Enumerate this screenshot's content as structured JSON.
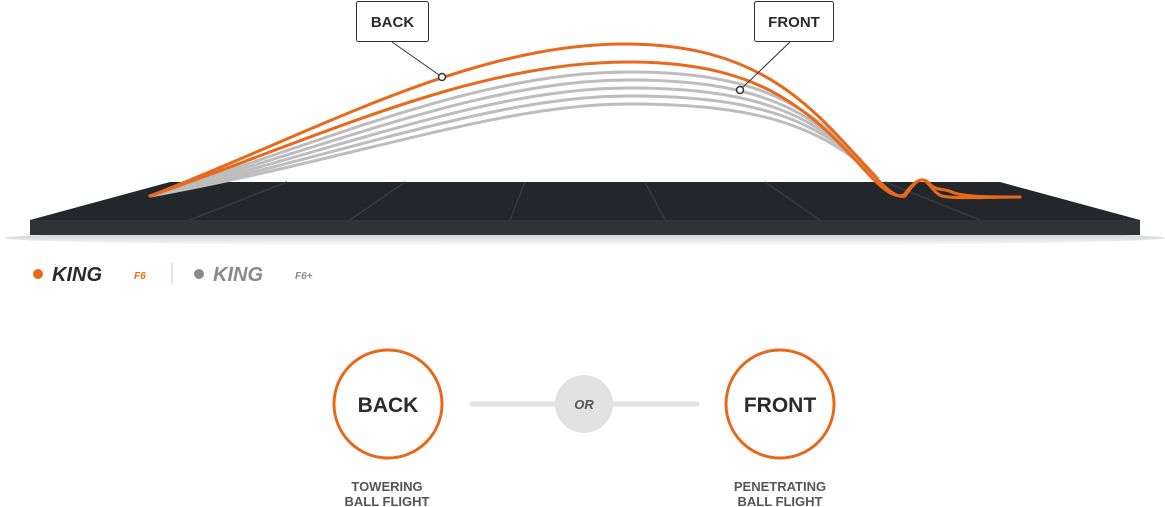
{
  "callouts": {
    "back": "BACK",
    "front": "FRONT"
  },
  "legend": {
    "items": [
      {
        "model": "KING",
        "variant": "F6",
        "color": "#e8691c"
      },
      {
        "model": "KING",
        "variant": "F6+",
        "color": "#8a8a8a"
      }
    ]
  },
  "options": {
    "back": {
      "label": "BACK",
      "caption_line1": "TOWERING",
      "caption_line2": "BALL FLIGHT"
    },
    "or_label": "OR",
    "front": {
      "label": "FRONT",
      "caption_line1": "PENETRATING",
      "caption_line2": "BALL FLIGHT"
    }
  },
  "colors": {
    "accent_orange": "#e8691c",
    "trajectory_gray": "#b9b9b9",
    "ground_dark": "#23272b",
    "or_circle": "#e2e2e2"
  }
}
